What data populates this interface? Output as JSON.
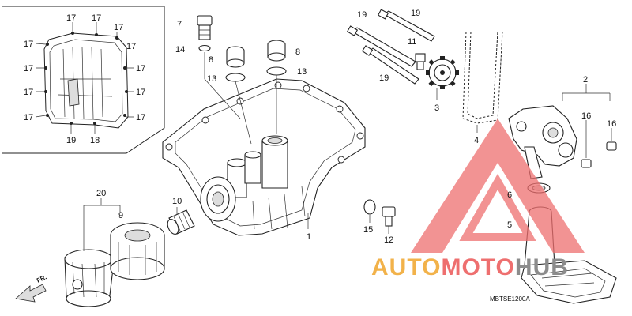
{
  "diagram": {
    "drawing_code": "MBTSE1200A",
    "direction_label": "FR.",
    "watermark": {
      "part1": "AUTO",
      "part2": "MOTO",
      "part3": "HUB",
      "color_orange": "#f2b24a",
      "color_red": "#ee6f6f",
      "color_dark": "#8c8c8c"
    },
    "callouts": [
      {
        "id": "inset-17-a",
        "text": "17"
      },
      {
        "id": "inset-17-b",
        "text": "17"
      },
      {
        "id": "inset-17-c",
        "text": "17"
      },
      {
        "id": "inset-17-d",
        "text": "17"
      },
      {
        "id": "inset-17-e",
        "text": "17"
      },
      {
        "id": "inset-17-f",
        "text": "17"
      },
      {
        "id": "inset-17-g",
        "text": "17"
      },
      {
        "id": "inset-17-h",
        "text": "17"
      },
      {
        "id": "inset-17-i",
        "text": "17"
      },
      {
        "id": "inset-17-j",
        "text": "17"
      },
      {
        "id": "inset-17-k",
        "text": "17"
      },
      {
        "id": "inset-19",
        "text": "19"
      },
      {
        "id": "inset-18",
        "text": "18"
      },
      {
        "id": "part-7",
        "text": "7"
      },
      {
        "id": "part-14",
        "text": "14"
      },
      {
        "id": "part-8-a",
        "text": "8"
      },
      {
        "id": "part-8-b",
        "text": "8"
      },
      {
        "id": "part-13-a",
        "text": "13"
      },
      {
        "id": "part-13-b",
        "text": "13"
      },
      {
        "id": "part-19-a",
        "text": "19"
      },
      {
        "id": "part-19-b",
        "text": "19"
      },
      {
        "id": "part-19-c",
        "text": "19"
      },
      {
        "id": "part-11",
        "text": "11"
      },
      {
        "id": "part-3",
        "text": "3"
      },
      {
        "id": "part-4",
        "text": "4"
      },
      {
        "id": "part-2",
        "text": "2"
      },
      {
        "id": "part-16-a",
        "text": "16"
      },
      {
        "id": "part-16-b",
        "text": "16"
      },
      {
        "id": "part-6",
        "text": "6"
      },
      {
        "id": "part-5",
        "text": "5"
      },
      {
        "id": "part-20",
        "text": "20"
      },
      {
        "id": "part-9",
        "text": "9"
      },
      {
        "id": "part-10",
        "text": "10"
      },
      {
        "id": "part-1",
        "text": "1"
      },
      {
        "id": "part-15",
        "text": "15"
      },
      {
        "id": "part-12",
        "text": "12"
      }
    ]
  }
}
